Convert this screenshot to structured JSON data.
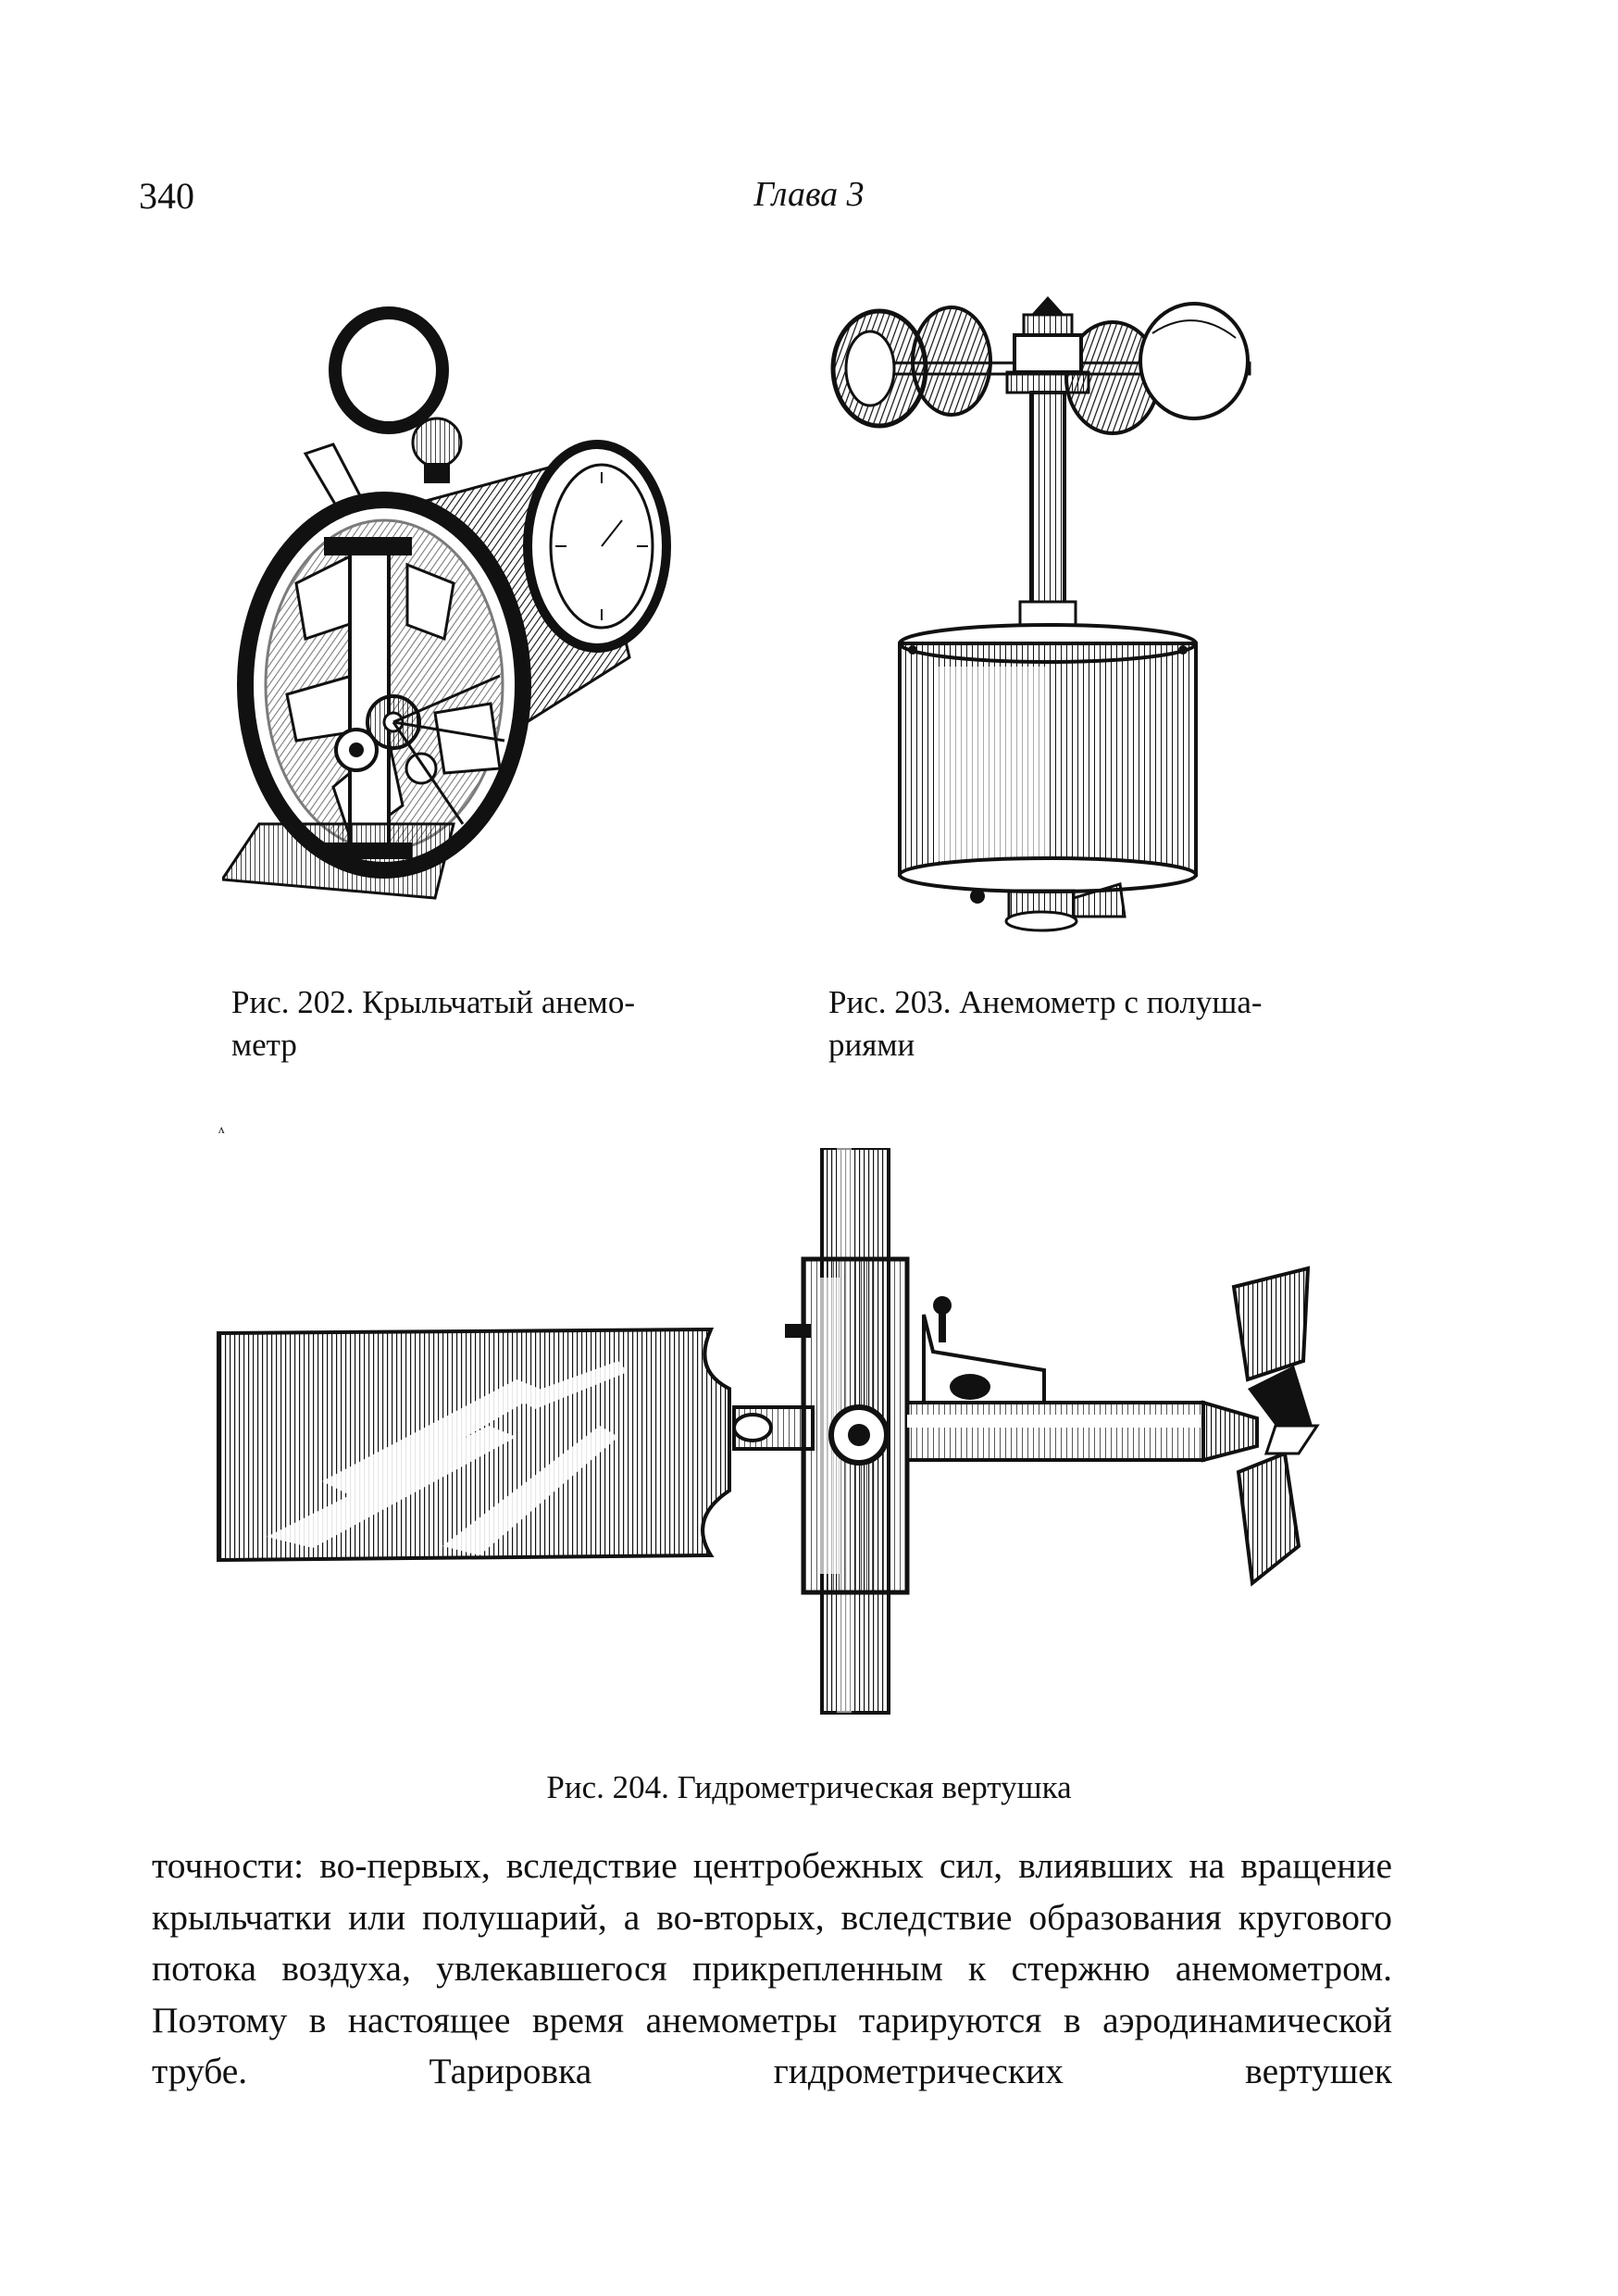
{
  "header": {
    "page_number": "340",
    "running_head": "Глава 3"
  },
  "figures": {
    "fig202": {
      "caption_line1": "Рис. 202. Крыльчатый анемо-",
      "caption_line2": "метр",
      "illustration": "vane-anemometer"
    },
    "fig203": {
      "caption_line1": "Рис. 203. Анемометр с полуша-",
      "caption_line2": "риями",
      "illustration": "cup-anemometer"
    },
    "fig204": {
      "caption": "Рис. 204. Гидрометрическая вертушка",
      "illustration": "hydrometric-current-meter"
    }
  },
  "body_text": "точности: во-первых, вследствие центробежных сил, влиявших на вращение крыльчатки или полушарий, а во-вторых, вследствие образования кругового потока воздуха, увлекавшегося прикрепленным к стержню анемометром. Поэтому в настоящее время анемометры тарируются в аэродинамической трубе. Тарировка гидрометрических вертушек",
  "colors": {
    "ink": "#111111",
    "paper": "#ffffff"
  }
}
